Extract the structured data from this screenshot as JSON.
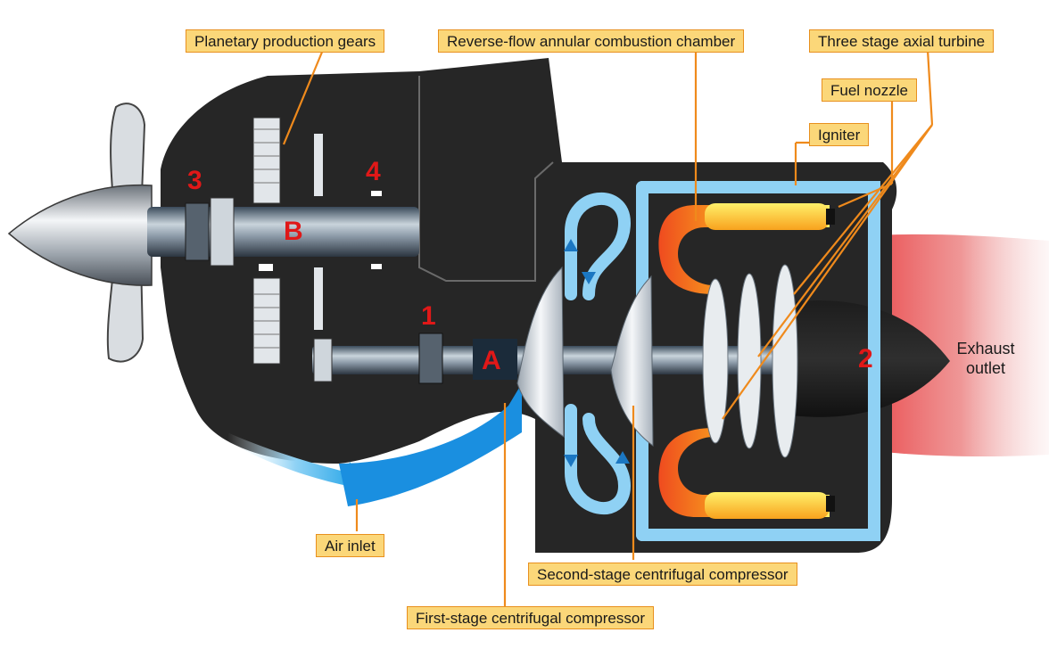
{
  "labels": {
    "planetary_gears": "Planetary production gears",
    "combustion_chamber": "Reverse-flow annular combustion chamber",
    "axial_turbine": "Three stage axial turbine",
    "fuel_nozzle": "Fuel nozzle",
    "igniter": "Igniter",
    "air_inlet": "Air inlet",
    "second_stage_compressor": "Second-stage centrifugal compressor",
    "first_stage_compressor": "First-stage centrifugal compressor",
    "exhaust_line1": "Exhaust",
    "exhaust_line2": "outlet"
  },
  "markers": {
    "m1": "1",
    "m2": "2",
    "m3": "3",
    "m4": "4",
    "mA": "A",
    "mB": "B"
  },
  "colors": {
    "callout_fill": "#fbd779",
    "callout_border": "#e8901e",
    "leader": "#ef8a1c",
    "marker": "#e01818",
    "casing": "#262626",
    "airflow": "#4ab0ea",
    "flame": "#f7a21b",
    "exhaust": "#e53a3a"
  }
}
